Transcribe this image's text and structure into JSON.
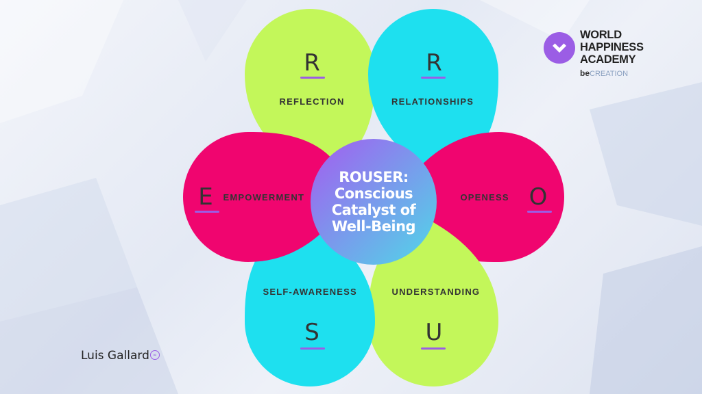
{
  "center": {
    "lines": [
      "ROUSER:",
      "Conscious",
      "Catalyst of",
      "Well-Being"
    ]
  },
  "petals": [
    {
      "id": "reflection",
      "letter": "R",
      "label": "REFLECTION",
      "color": "#c3f75a"
    },
    {
      "id": "relationships",
      "letter": "R",
      "label": "RELATIONSHIPS",
      "color": "#1ee0ef"
    },
    {
      "id": "openess",
      "letter": "O",
      "label": "OPENESS",
      "color": "#f0056f"
    },
    {
      "id": "understanding",
      "letter": "U",
      "label": "UNDERSTANDING",
      "color": "#c3f75a"
    },
    {
      "id": "self-awareness",
      "letter": "S",
      "label": "SELF-AWARENESS",
      "color": "#1ee0ef"
    },
    {
      "id": "empowerment",
      "letter": "E",
      "label": "EMPOWERMENT",
      "color": "#f0056f"
    }
  ],
  "logo": {
    "title_lines": [
      "WORLD",
      "HAPPINESS",
      "ACADEMY"
    ],
    "sub_be": "be",
    "sub_creation": "CREATION",
    "mark_color": "#9b5de5"
  },
  "author": {
    "name": "Luis Gallard",
    "icon": "circle-link-icon"
  },
  "colors": {
    "accent_underline": "#9b5de5",
    "center_gradient": [
      "#a45cf0",
      "#4fd8e8"
    ]
  }
}
